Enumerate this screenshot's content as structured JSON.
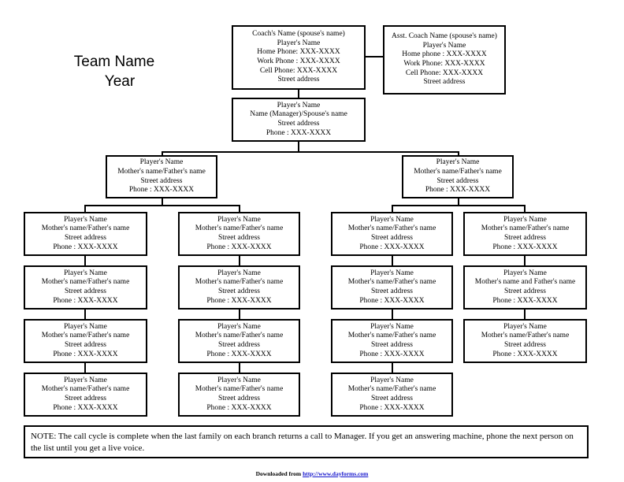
{
  "title": {
    "team": "Team Name",
    "year": "Year"
  },
  "coach": {
    "lines": [
      "Coach's Name (spouse's name)",
      "Player's Name",
      "Home Phone: XXX-XXXX",
      "Work Phone : XXX-XXXX",
      "Cell Phone: XXX-XXXX",
      "Street address"
    ]
  },
  "asst_coach": {
    "lines": [
      "Asst. Coach Name (spouse's name)",
      "Player's Name",
      "Home phone : XXX-XXXX",
      "Work Phone: XXX-XXXX",
      "Cell Phone: XXX-XXXX",
      "Street address"
    ]
  },
  "manager": {
    "lines": [
      "Player's Name",
      "Name (Manager)/Spouse's name",
      "Street address",
      "Phone : XXX-XXXX"
    ]
  },
  "branch_left": {
    "lines": [
      "Player's Name",
      "Mother's name/Father's name",
      "Street address",
      "Phone : XXX-XXXX"
    ]
  },
  "branch_right": {
    "lines": [
      "Player's Name",
      "Mother's name/Father's name",
      "Street address",
      "Phone : XXX-XXXX"
    ]
  },
  "players": {
    "standard": [
      "Player's Name",
      "Mother's name/Father's name",
      "Street address",
      "Phone : XXX-XXXX"
    ],
    "variant_and": [
      "Player's Name",
      "Mother's name and Father's name",
      "Street address",
      "Phone : XXX-XXXX"
    ],
    "columns": [
      {
        "id": "col1",
        "cells": [
          {
            "variant": "standard"
          },
          {
            "variant": "standard"
          },
          {
            "variant": "standard"
          },
          {
            "variant": "standard"
          }
        ]
      },
      {
        "id": "col2",
        "cells": [
          {
            "variant": "standard"
          },
          {
            "variant": "standard"
          },
          {
            "variant": "standard"
          },
          {
            "variant": "standard"
          }
        ]
      },
      {
        "id": "col3",
        "cells": [
          {
            "variant": "standard"
          },
          {
            "variant": "standard"
          },
          {
            "variant": "standard"
          },
          {
            "variant": "standard"
          }
        ]
      },
      {
        "id": "col4",
        "cells": [
          {
            "variant": "standard"
          },
          {
            "variant": "variant_and"
          },
          {
            "variant": "standard"
          }
        ]
      }
    ]
  },
  "note": {
    "text": "NOTE: The call cycle is complete when the last family on each branch returns a call to Manager. If you get an answering machine, phone the next person on the list until you get a live voice."
  },
  "footer": {
    "prefix": "Downloaded from ",
    "url": "http://www.dayforms.com"
  }
}
